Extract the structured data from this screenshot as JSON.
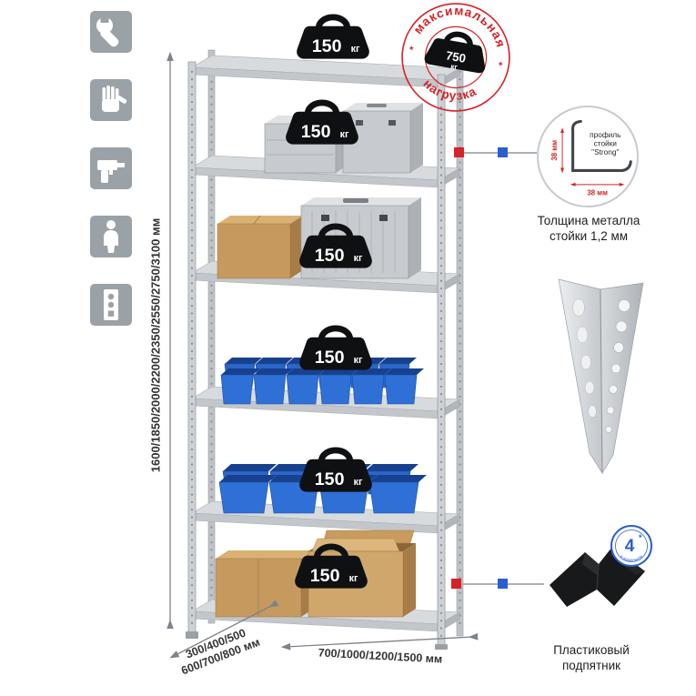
{
  "stamp": {
    "arc_top": "максимальная",
    "arc_bottom": "нагрузка",
    "separator": "*",
    "weight_value": "750",
    "weight_unit": "кг"
  },
  "shelf_badge": {
    "value": "150",
    "unit": "кг"
  },
  "dimensions": {
    "height": "1600/1850/2000/2200/2350/2550/2750/3100 мм",
    "depth_line1": "300/400/500",
    "depth_line2": "600/700/800 мм",
    "width": "700/1000/1200/1500 мм"
  },
  "profile_detail": {
    "label_line1": "профиль",
    "label_line2": "стойки",
    "label_line3": "\"Strong\"",
    "dim_vertical": "38 мм",
    "dim_horizontal": "38 мм",
    "caption_line1": "Толщина металла",
    "caption_line2": "стойки 1,2 мм"
  },
  "foot_detail": {
    "badge_value": "4",
    "badge_star": "*",
    "badge_text": "в комплекте",
    "caption_line1": "Пластиковый",
    "caption_line2": "подпятник"
  },
  "feature_icons": [
    {
      "name": "wrench"
    },
    {
      "name": "glove"
    },
    {
      "name": "drill"
    },
    {
      "name": "person"
    },
    {
      "name": "level"
    }
  ],
  "colors": {
    "accent_red": "#d6232a",
    "accent_blue": "#2b5fd0",
    "bin_blue": "#2f70d6",
    "metal_light": "#d8dbde",
    "icon_bg": "#9aa1a7"
  }
}
